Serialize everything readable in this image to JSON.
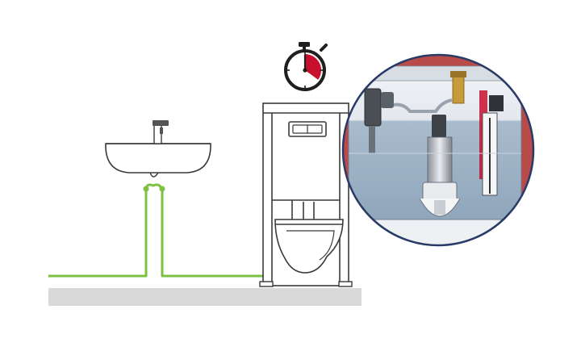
{
  "colors": {
    "background": "#ffffff",
    "floor": "#d9d9d9",
    "water_pipe": "#7cc242",
    "outline": "#3a3a3a",
    "timer_red": "#c8102e",
    "tank_frame": "#b84a4a",
    "tank_water": "#9fb3c6",
    "zoom_border": "#2a3a66"
  },
  "icons": {
    "stopwatch": "stopwatch-icon",
    "basin": "wash-basin",
    "toilet": "wall-hung-toilet",
    "flush_plate": "flush-plate",
    "cistern_detail": "concealed-cistern-cutaway"
  },
  "timer": {
    "elapsed_fraction": 0.35
  }
}
